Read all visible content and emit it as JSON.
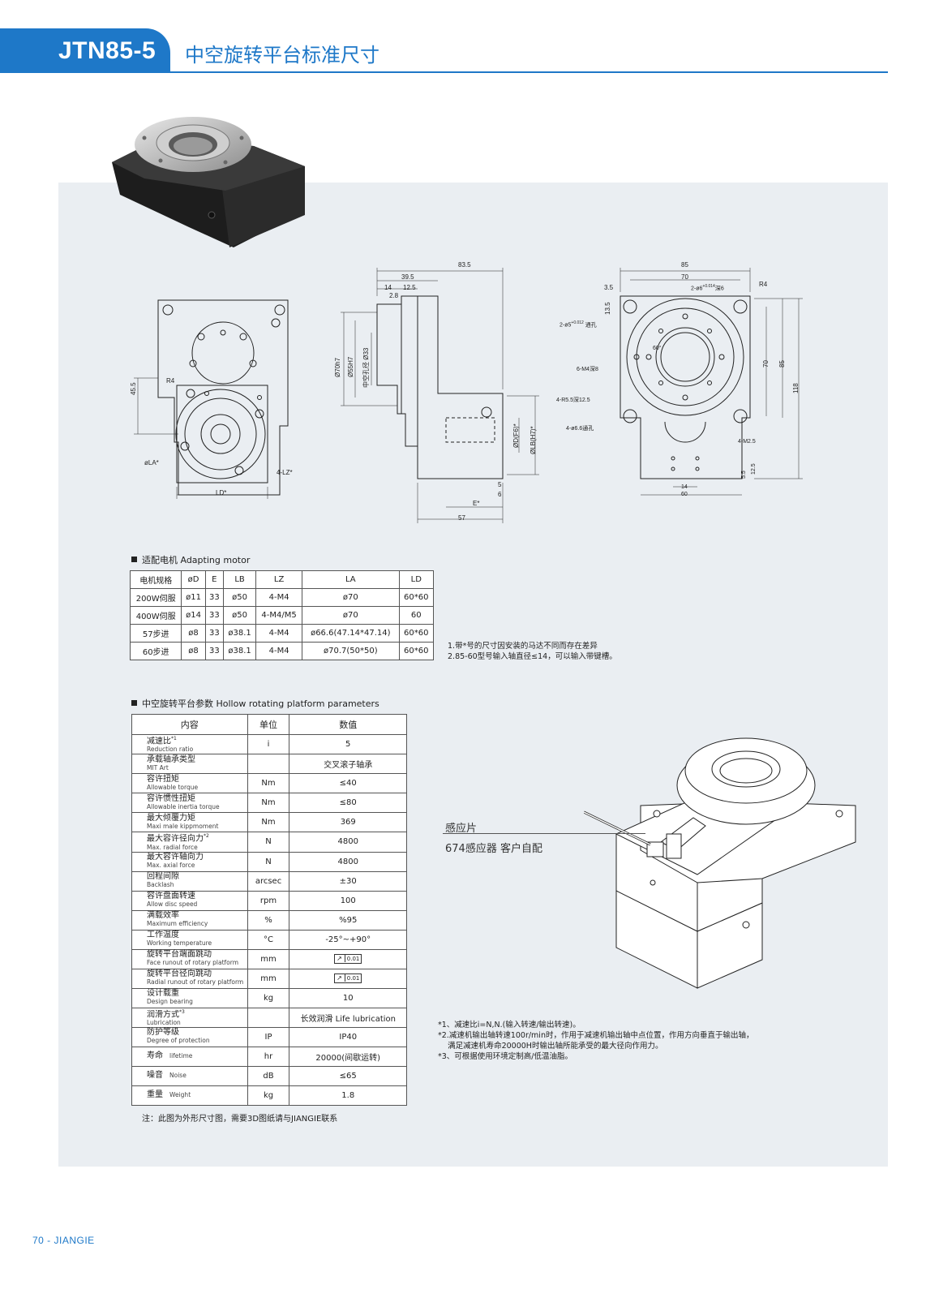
{
  "header": {
    "model": "JTN85-5",
    "title": "中空旋转平台标准尺寸"
  },
  "drawing_front": {
    "dims": {
      "h45_5": "45.5",
      "r4": "R4",
      "la": "øLA*",
      "lz": "4-LZ*",
      "ld": "LD*"
    }
  },
  "drawing_side": {
    "dims": {
      "d83_5": "83.5",
      "d39_5": "39.5",
      "d14": "14",
      "d12_5": "12.5",
      "d2_8": "2.8",
      "phi70": "Ø70h7",
      "phi55": "Ø55H7",
      "phi33": "中空孔径 Ø33",
      "phiD": "ØD(F6)*",
      "phiLB": "ØLB(H7)*",
      "d5": "5",
      "d6": "6",
      "e": "E*",
      "d57": "57"
    }
  },
  "drawing_top": {
    "dims": {
      "d85": "85",
      "d70": "70",
      "d3_5": "3.5",
      "pin": "2-ø6",
      "pin_tol": "+0.014",
      "pin_depth": "深6",
      "r4": "R4",
      "d13_5": "13.5",
      "ref": "2-ø5",
      "ref_tol": "+0.012",
      "ref_type": "通孔",
      "m4": "6-M4深8",
      "ang": "60°",
      "v70": "70",
      "v85": "85",
      "v118": "118",
      "r5": "4-R5.5深12.5",
      "h66": "4-ø6.6通孔",
      "m25": "4-M2.5",
      "d12_5": "12.5",
      "d5_5": "5.5",
      "d14": "14",
      "d60": "60"
    }
  },
  "motor": {
    "title": "适配电机 Adapting motor",
    "headers": [
      "电机规格",
      "øD",
      "E",
      "LB",
      "LZ",
      "LA",
      "LD"
    ],
    "rows": [
      [
        "200W伺服",
        "ø11",
        "33",
        "ø50",
        "4-M4",
        "ø70",
        "60*60"
      ],
      [
        "400W伺服",
        "ø14",
        "33",
        "ø50",
        "4-M4/M5",
        "ø70",
        "60"
      ],
      [
        "57步进",
        "ø8",
        "33",
        "ø38.1",
        "4-M4",
        "ø66.6(47.14*47.14)",
        "60*60"
      ],
      [
        "60步进",
        "ø8",
        "33",
        "ø38.1",
        "4-M4",
        "ø70.7(50*50)",
        "60*60"
      ]
    ],
    "notes": [
      "1.带*号的尺寸因安装的马达不同而存在差异",
      "2.85-60型号输入轴直径≤14，可以输入带键槽。"
    ]
  },
  "params": {
    "title": "中空旋转平台参数  Hollow rotating platform parameters",
    "headers": [
      "内容",
      "单位",
      "数值"
    ],
    "rows": [
      {
        "cn": "减速比",
        "sup": "*1",
        "en": "Reduction ratio",
        "unit": "i",
        "value": "5"
      },
      {
        "cn": "承载轴承类型",
        "sup": "",
        "en": "MIT Art",
        "unit": "",
        "value": "交叉滚子轴承"
      },
      {
        "cn": "容许扭矩",
        "sup": "",
        "en": "Allowable torque",
        "unit": "Nm",
        "value": "≤40"
      },
      {
        "cn": "容许惯性扭矩",
        "sup": "",
        "en": "Allowable inertia torque",
        "unit": "Nm",
        "value": "≤80"
      },
      {
        "cn": "最大倾覆力矩",
        "sup": "",
        "en": "Maxi male kippmoment",
        "unit": "Nm",
        "value": "369"
      },
      {
        "cn": "最大容许径向力",
        "sup": "*2",
        "en": "Max. radial force",
        "unit": "N",
        "value": "4800"
      },
      {
        "cn": "最大容许轴向力",
        "sup": "",
        "en": "Max. axial force",
        "unit": "N",
        "value": "4800"
      },
      {
        "cn": "回程间隙",
        "sup": "",
        "en": "Backlash",
        "unit": "arcsec",
        "value": "±30"
      },
      {
        "cn": "容许盘面转速",
        "sup": "",
        "en": "Allow disc speed",
        "unit": "rpm",
        "value": "100"
      },
      {
        "cn": "满载效率",
        "sup": "",
        "en": "Maximum efficiency",
        "unit": "%",
        "value": "%95"
      },
      {
        "cn": "工作温度",
        "sup": "",
        "en": "Working temperature",
        "unit": "°C",
        "value": "-25°~+90°"
      },
      {
        "cn": "旋转平台端面跳动",
        "sup": "",
        "en": "Face runout of rotary platform",
        "unit": "mm",
        "value": "0.01"
      },
      {
        "cn": "旋转平台径向跳动",
        "sup": "",
        "en": "Radial runout of rotary platform",
        "unit": "mm",
        "value": "0.01"
      },
      {
        "cn": "设计载重",
        "sup": "",
        "en": "Design bearing",
        "unit": "kg",
        "value": "10"
      },
      {
        "cn": "润滑方式",
        "sup": "*3",
        "en": "Lubrication",
        "unit": "",
        "value": "长效润滑 Life lubrication"
      },
      {
        "cn": "防护等级",
        "sup": "",
        "en": "Degree of protection",
        "unit": "IP",
        "value": "IP40"
      },
      {
        "cn": "寿命",
        "sup": "",
        "en": "lifetime",
        "unit": "hr",
        "value": "20000(间歇运转)"
      },
      {
        "cn": "噪音",
        "sup": "",
        "en": "Noise",
        "unit": "dB",
        "value": "≤65"
      },
      {
        "cn": "重量",
        "sup": "",
        "en": "Weight",
        "unit": "kg",
        "value": "1.8"
      }
    ],
    "inline_rows": [
      16,
      17,
      18
    ],
    "runout_rows": [
      11,
      12
    ]
  },
  "sensor": {
    "label1": "感应片",
    "label2": "674感应器 客户自配"
  },
  "footnotes": [
    "*1、减速比i=N,N.(输入转速/输出转速)。",
    "*2.减速机输出轴转速100r/min时，作用于减速机输出轴中点位置，作用方向垂直于输出轴，",
    "    满足减速机寿命20000H时输出轴所能承受的最大径向作用力。",
    "*3、可根据使用环境定制高/低温油脂。"
  ],
  "bottom_note": "注：此图为外形尺寸图，需要3D图纸请与JIANGIE联系",
  "footer": {
    "text": "70 - JIANGIE"
  },
  "colors": {
    "brand": "#1e78c8",
    "panel": "#eaeef2"
  }
}
